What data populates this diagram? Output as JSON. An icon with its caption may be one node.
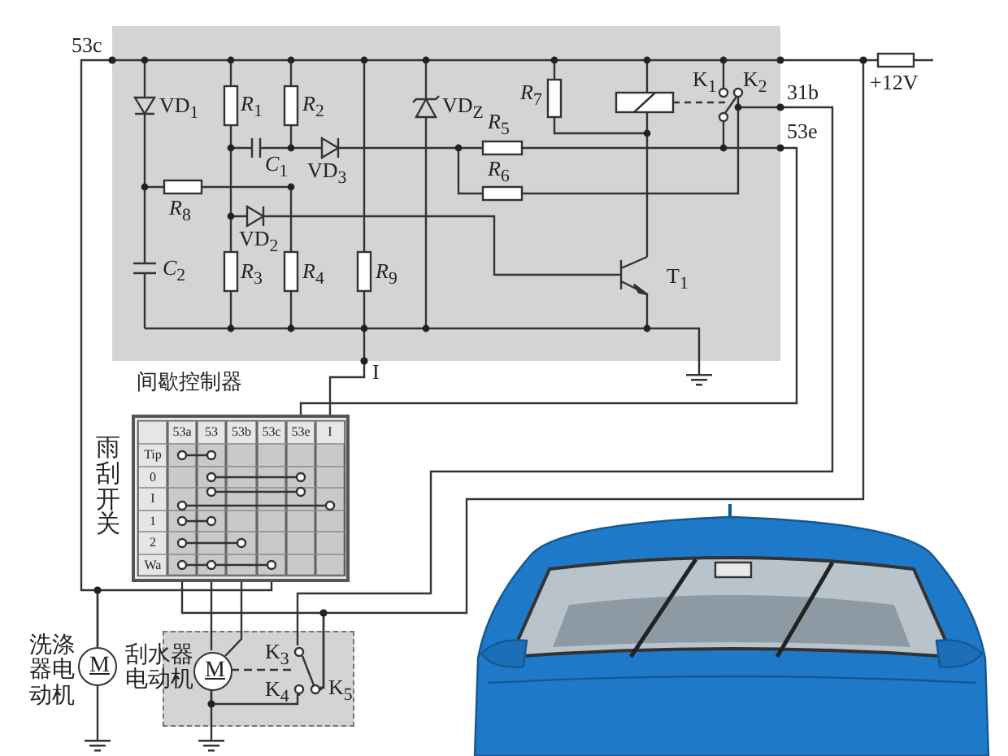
{
  "diagram": {
    "nodes": [
      {
        "text": [
          "间歇控制器"
        ]
      },
      {
        "text": [
          "雨刮开关"
        ]
      },
      {
        "text": [
          "刮水器电动机"
        ]
      },
      {
        "text": [
          "M"
        ],
        "in": 2
      },
      {
        "text": [
          "M"
        ],
        "beside": [
          "洗涤器电动机"
        ]
      },
      {
        "text": [
          "+12V"
        ]
      },
      {
        "text": [],
        "shape": "switch",
        "in": 2
      },
      {
        "text": [],
        "shape": "ground"
      },
      {
        "text": [],
        "shape": "ground"
      },
      {
        "text": [],
        "shape": "ground"
      }
    ],
    "edges": [
      {
        "from": 0,
        "to": 1,
        "arrow": "none"
      },
      {
        "from": 0,
        "to": 1,
        "arrow": "none"
      },
      {
        "from": 0,
        "to": 4,
        "arrow": "none"
      },
      {
        "from": 1,
        "to": 4,
        "arrow": "none"
      },
      {
        "from": 1,
        "to": 3,
        "arrow": "none"
      },
      {
        "from": 1,
        "to": 3,
        "arrow": "none"
      },
      {
        "from": 0,
        "to": 6,
        "arrow": "none"
      },
      {
        "from": 5,
        "to": 6,
        "arrow": "none"
      },
      {
        "from": 1,
        "to": 6,
        "arrow": "none"
      },
      {
        "from": 5,
        "to": 0,
        "arrow": "none"
      },
      {
        "from": 3,
        "to": 6,
        "arrow": "none"
      },
      {
        "from": 3,
        "to": 6,
        "arrow": "none",
        "style": "dashed"
      },
      {
        "from": 0,
        "to": 7,
        "arrow": "none"
      },
      {
        "from": 4,
        "to": 8,
        "arrow": "none"
      },
      {
        "from": 3,
        "to": 9,
        "arrow": "none"
      }
    ],
    "labels": [
      "53c",
      "VD$_{1}$",
      "*R*$_{1}$",
      "*R*$_{2}$",
      "VD$_{Z}$",
      "*R*$_{7}$",
      "K$_{1}$",
      "K$_{2}$",
      "31b",
      "*C*$_{1}$",
      "VD$_{3}$",
      "*R*$_{5}$",
      "53e",
      "*R*$_{6}$",
      "*R*$_{8}$",
      "VD$_{2}$",
      "*C*$_{2}$",
      "*R*$_{3}$",
      "*R*$_{4}$",
      "*R*$_{9}$",
      "T$_{1}$",
      "I",
      "53a",
      "53",
      "53b",
      "53c",
      "53e",
      "I",
      "Tip",
      "0",
      "I",
      "1",
      "2",
      "Wa",
      "K$_{3}$",
      "K$_{4}$",
      "K$_{5}$"
    ]
  }
}
